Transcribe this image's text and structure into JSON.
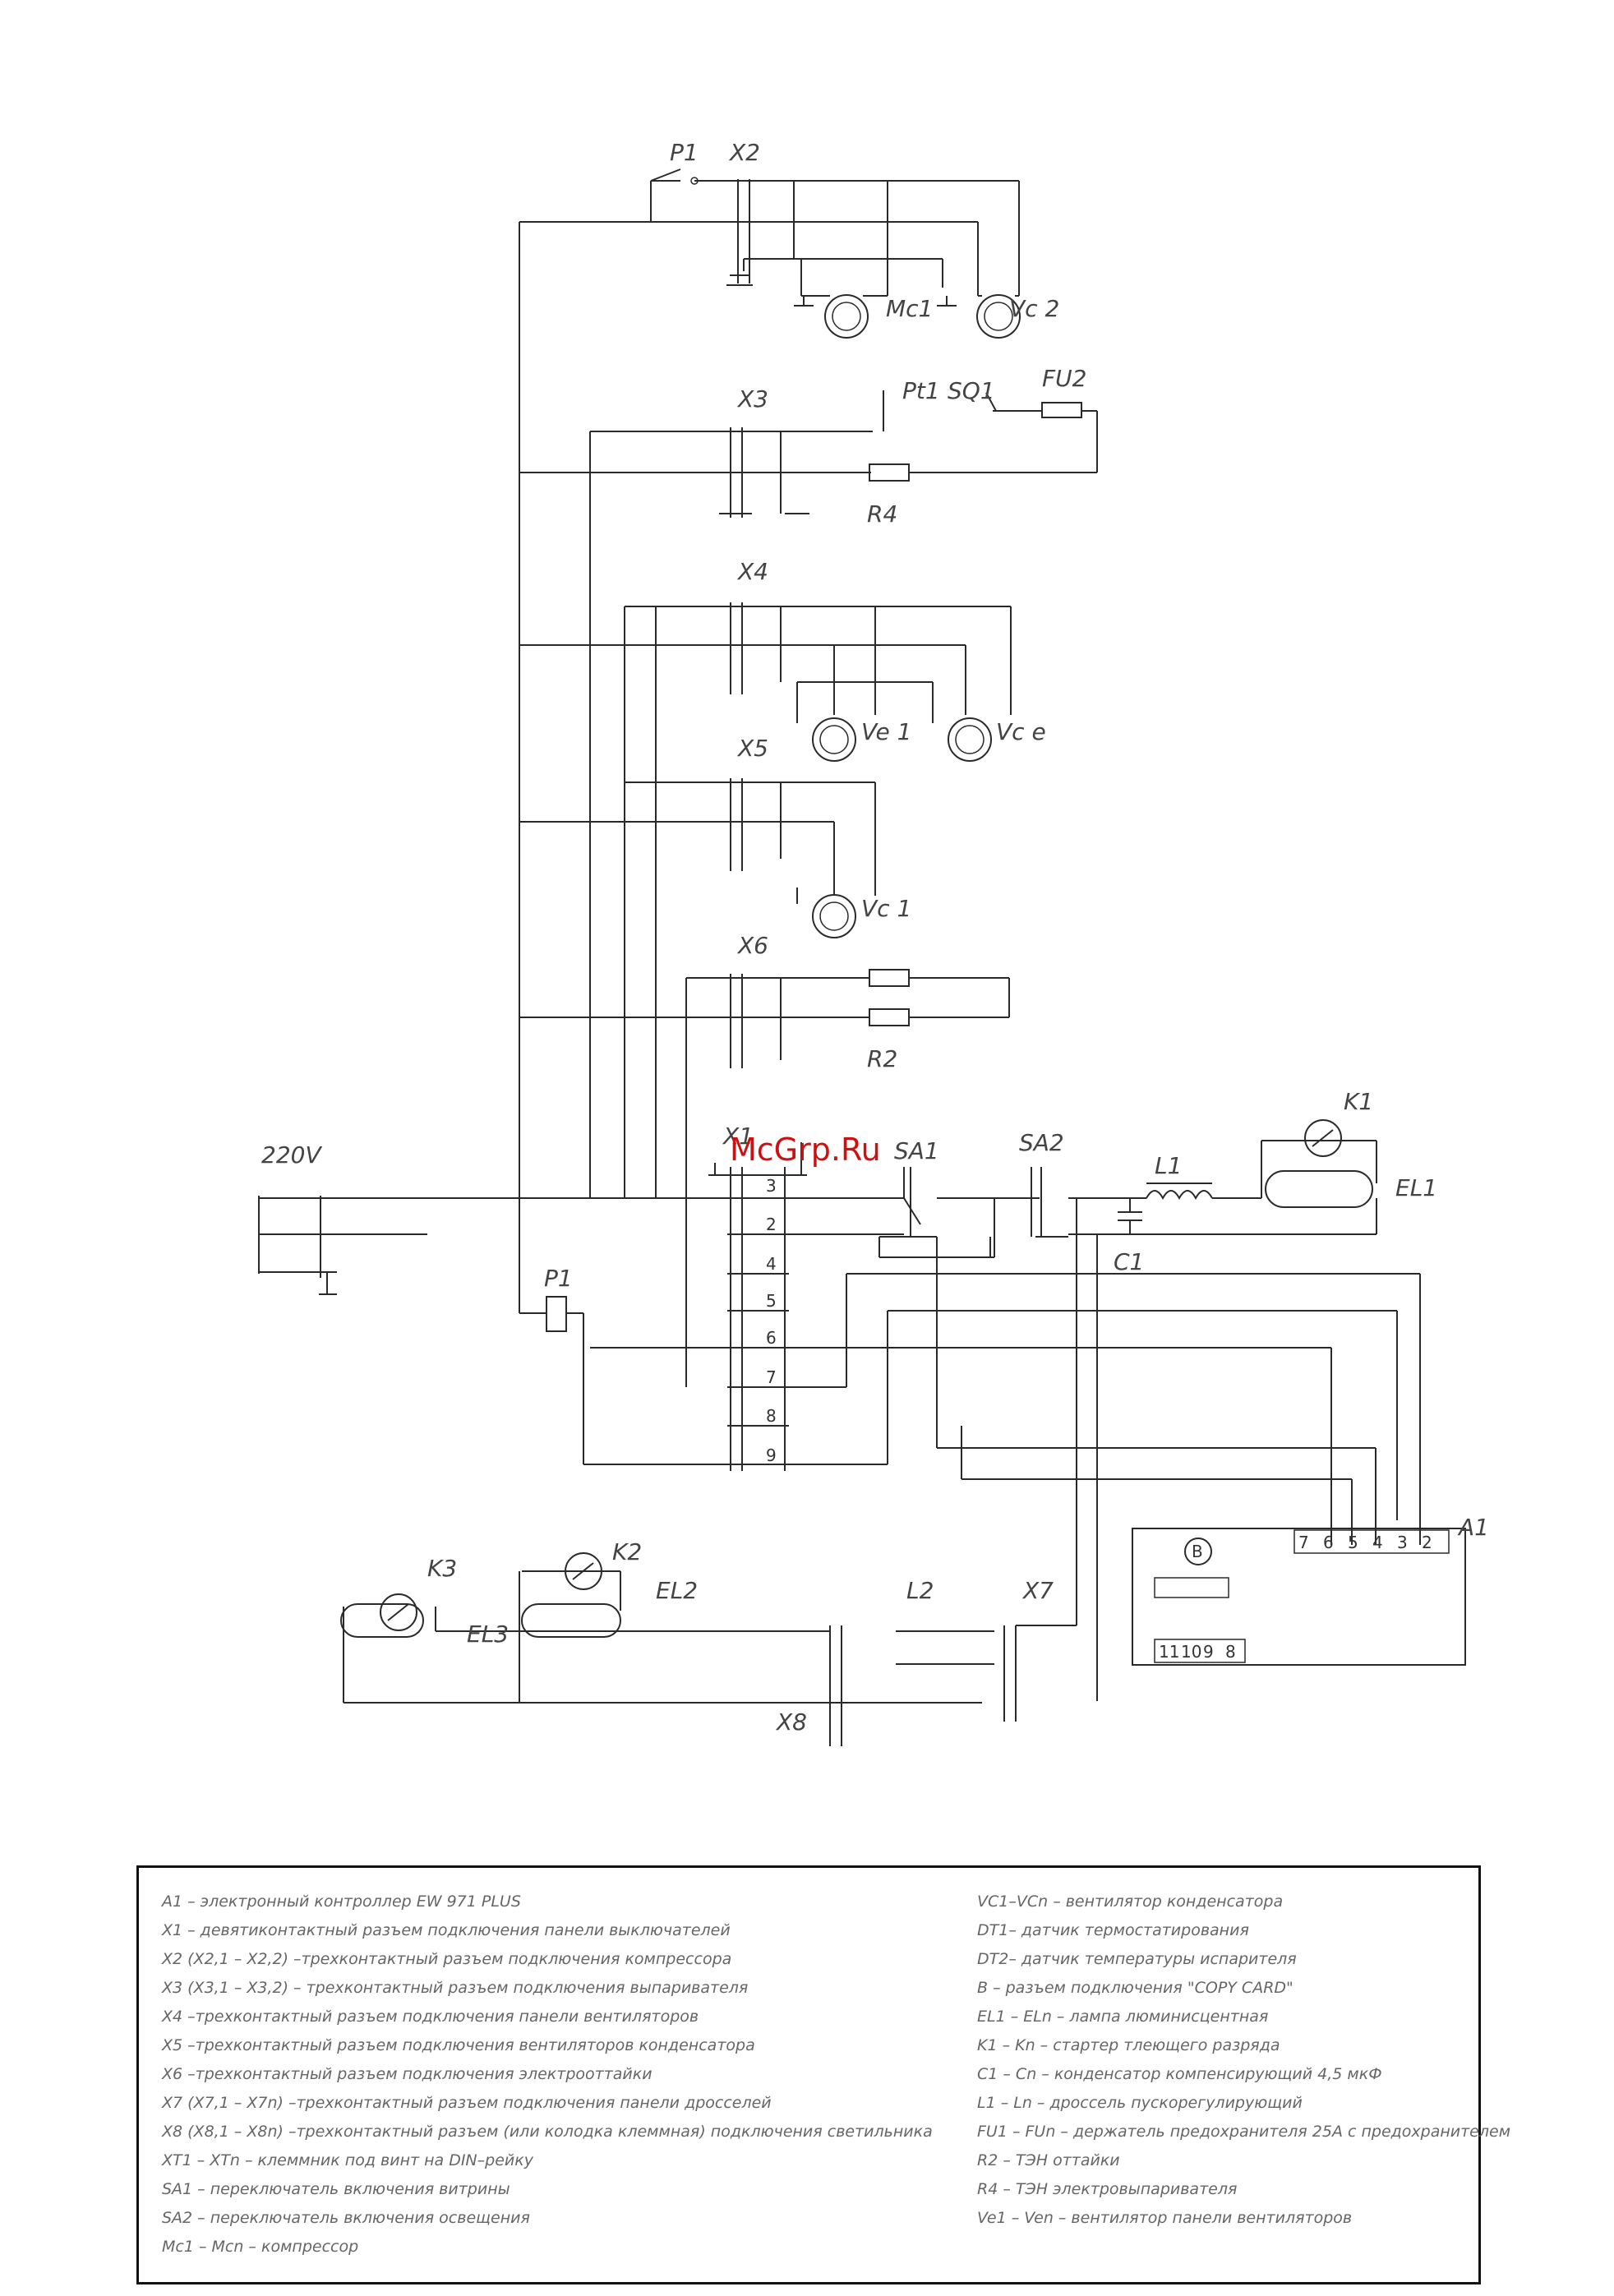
{
  "watermark": "McGrp.Ru",
  "labels": {
    "p1_top": "P1",
    "x2": "X2",
    "mc1": "Mc1",
    "vc2": "Vc 2",
    "x3": "X3",
    "pt1": "Pt1",
    "sq1": "SQ1",
    "fu2": "FU2",
    "r4": "R4",
    "x4": "X4",
    "ve1": "Ve 1",
    "vce": "Vc  e",
    "x5": "X5",
    "vc1": "Vc 1",
    "x6": "X6",
    "r2": "R2",
    "v220": "220V",
    "x1": "X1",
    "sa1": "SA1",
    "sa2": "SA2",
    "l1": "L1",
    "k1": "K1",
    "el1": "EL1",
    "c1": "C1",
    "p1_coil": "P1",
    "a1": "A1",
    "b": "B",
    "k3": "K3",
    "k2": "K2",
    "el2": "EL2",
    "el3": "EL3",
    "l2": "L2",
    "x7": "X7",
    "x8": "X8"
  },
  "x1_pins": [
    "3",
    "2",
    "4",
    "5",
    "6",
    "7",
    "8",
    "9"
  ],
  "a1_terminals": [
    "7",
    "6",
    "5",
    "4",
    "3",
    "2"
  ],
  "a1_lower_terminals": [
    "11",
    "10",
    "9",
    "8"
  ],
  "legend": {
    "left": [
      "A1 – электронный контроллер EW 971 PLUS",
      "X1 – девятиконтактный разъем подключения панели выключателей",
      "X2 (X2,1 – X2,2) –трехконтактный разъем подключения компрессора",
      "X3 (X3,1 – X3,2) – трехконтактный разъем подключения выпаривателя",
      "X4 –трехконтактный разъем подключения панели вентиляторов",
      "X5 –трехконтактный разъем подключения вентиляторов конденсатора",
      "X6 –трехконтактный разъем подключения электрооттайки",
      "X7 (X7,1 – X7n) –трехконтактный разъем подключения панели дросселей",
      "X8 (X8,1 – X8n) –трехконтактный разъем (или колодка клеммная) подключения светильника",
      "XT1 – XTn – клеммник под винт на DIN–рейку",
      "SA1 – переключатель включения витрины",
      "SA2 – переключатель включения освещения",
      "Mc1 – Mcn – компрессор"
    ],
    "right": [
      "VC1–VCn – вентилятор конденсатора",
      "DT1– датчик термостатирования",
      "DT2– датчик температуры испарителя",
      "B – разъем подключения \"COPY CARD\"",
      "EL1 – ELn – лампа люминисцентная",
      "K1 – Kn – стартер тлеющего разряда",
      "C1 – Cn – конденсатор компенсирующий 4,5 мкФ",
      "L1 – Ln – дроссель пускорегулирующий",
      "FU1 – FUn – держатель предохранителя 25А с предохранителем",
      "R2 – ТЭН оттайки",
      "R4 – ТЭН электровыпаривателя",
      "Ve1 – Ven – вентилятор панели вентиляторов"
    ]
  }
}
